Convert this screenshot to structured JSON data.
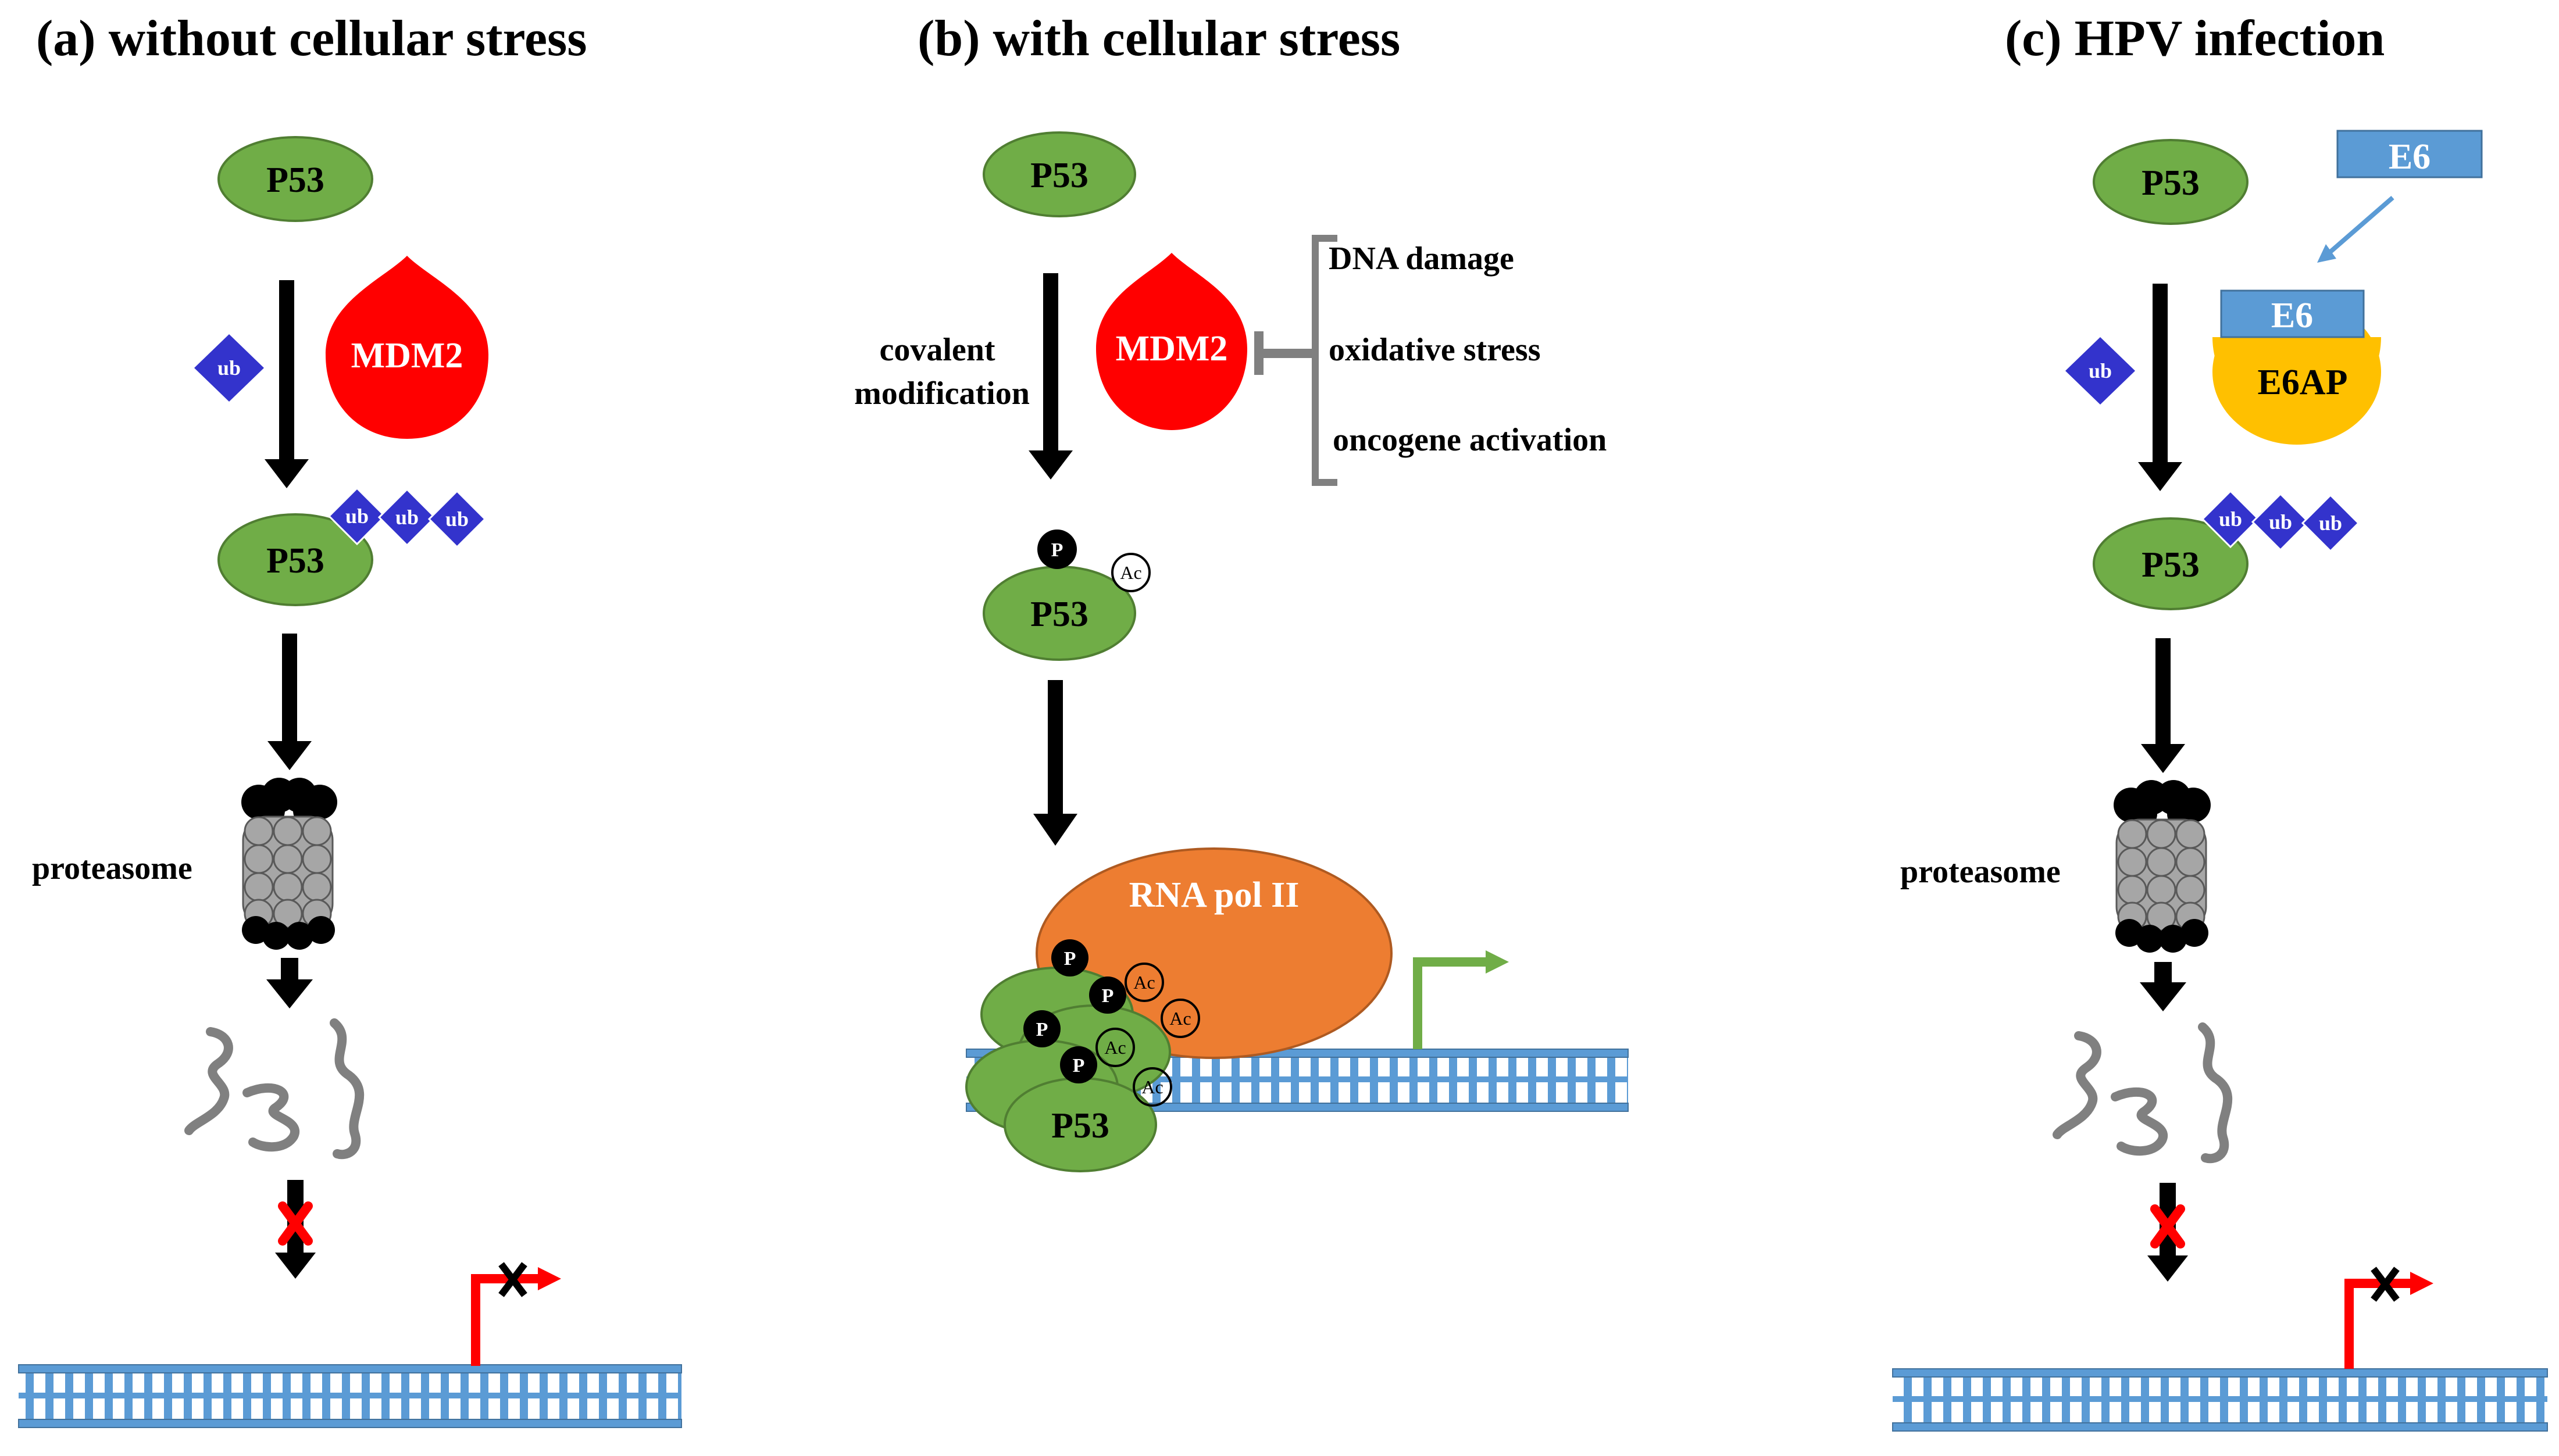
{
  "panels": {
    "a": {
      "title": "(a) without cellular stress"
    },
    "b": {
      "title": "(b) with cellular stress"
    },
    "c": {
      "title": "(c) HPV infection"
    }
  },
  "labels": {
    "p53": "P53",
    "mdm2": "MDM2",
    "ub": "ub",
    "proteasome": "proteasome",
    "covalent_1": "covalent",
    "covalent_2": "modification",
    "phospho": "P",
    "acetyl": "Ac",
    "rna_pol": "RNA pol II",
    "e6": "E6",
    "e6ap": "E6AP",
    "blocked": "X"
  },
  "stress_factors": [
    "DNA damage",
    "oxidative stress",
    "oncogene activation"
  ],
  "colors": {
    "p53_green": "#70AD47",
    "mdm2_red": "#FF0000",
    "ub_blue": "#3333CC",
    "dna_blue": "#5B9BD5",
    "rna_pol_orange": "#ED7D31",
    "e6_blue": "#5B9BD5",
    "e6ap_yellow": "#FFC000",
    "promoter_green": "#70AD47",
    "promoter_red": "#FF0000",
    "inhibitor_gray": "#808080"
  }
}
